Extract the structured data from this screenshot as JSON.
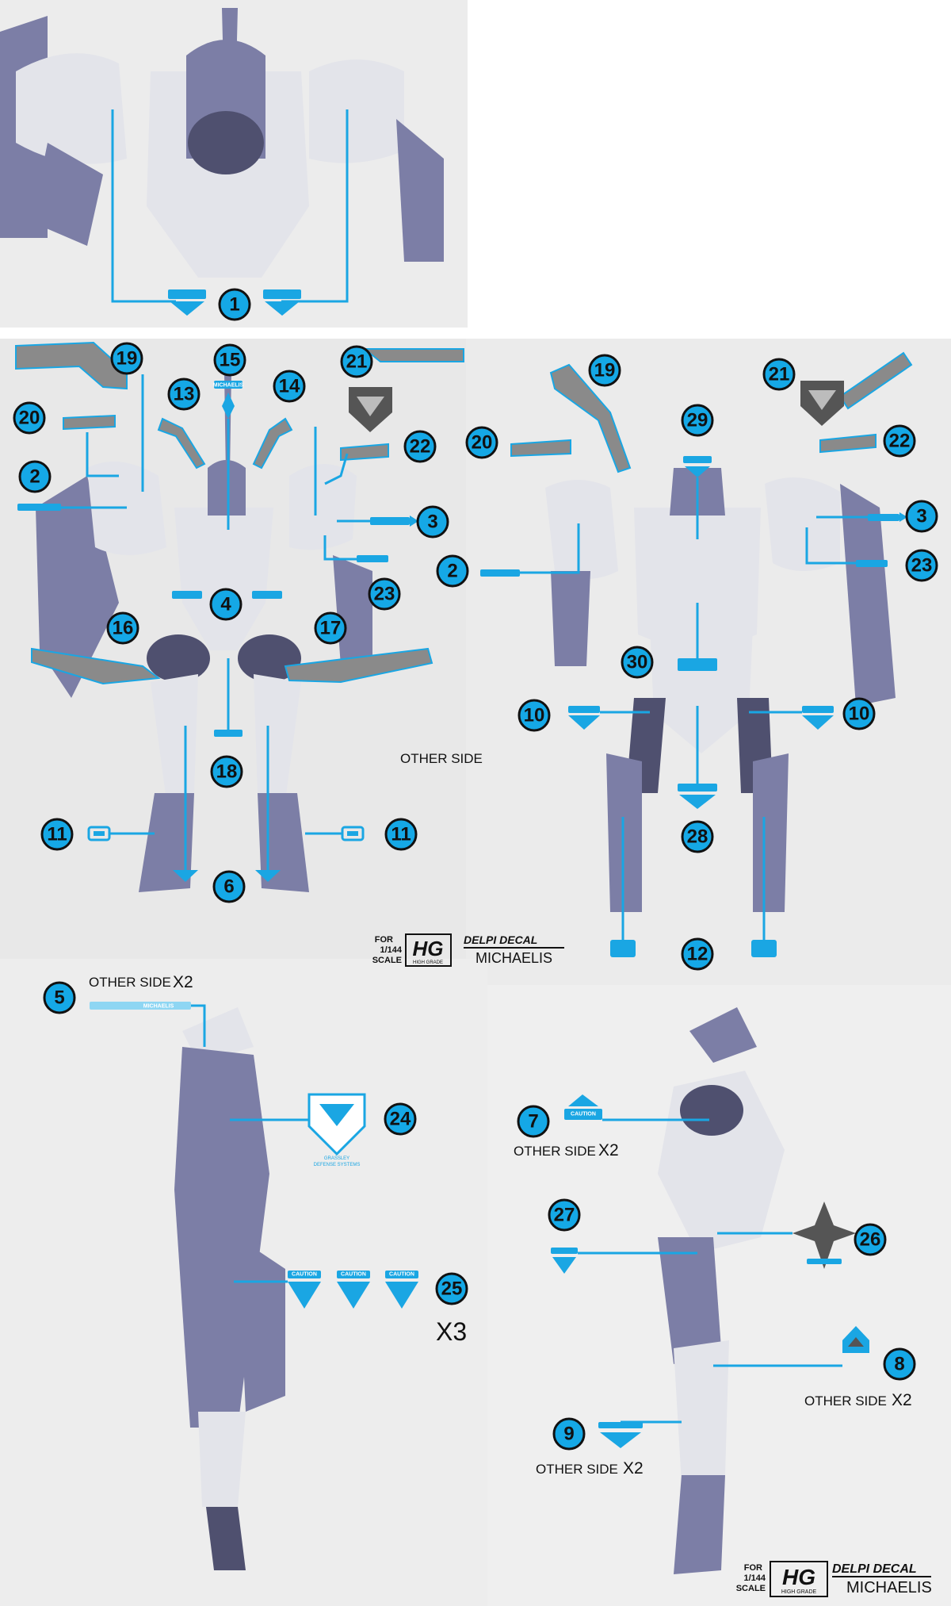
{
  "panels": {
    "head_top": {
      "callouts": [
        "1"
      ]
    },
    "front": {
      "callouts": [
        "19",
        "15",
        "21",
        "13",
        "14",
        "20",
        "22",
        "2",
        "3",
        "4",
        "23",
        "16",
        "17",
        "18",
        "11",
        "11",
        "6"
      ],
      "other_side_label": "OTHER SIDE",
      "decal_text_15": "MICHAELIS"
    },
    "back": {
      "callouts": [
        "19",
        "21",
        "29",
        "20",
        "22",
        "3",
        "2",
        "23",
        "30",
        "10",
        "10",
        "28",
        "12"
      ]
    },
    "side_left": {
      "callouts": [
        "5",
        "24",
        "25"
      ],
      "label_5": "OTHER SIDE",
      "label_5_mult": "X2",
      "decal_text_5": "MICHAELIS",
      "decal_24_text": "GRASSLEY",
      "decal_24_sub": "DEFENSE SYSTEMS",
      "caution": "CAUTION",
      "multiplier_25": "X3"
    },
    "side_right": {
      "callouts": [
        "7",
        "27",
        "26",
        "8",
        "9"
      ],
      "label_7": "OTHER SIDE",
      "label_7_mult": "X2",
      "label_8": "OTHER SIDE",
      "label_8_mult": "X2",
      "label_9": "OTHER SIDE",
      "label_9_mult": "X2",
      "decal_7_text": "CAUTION"
    }
  },
  "branding": {
    "for": "FOR",
    "scale": "1/144",
    "scale_word": "SCALE",
    "grade": "HG",
    "grade_sub": "HIGH GRADE",
    "maker": "DELPI DECAL",
    "model": "MICHAELIS"
  },
  "colors": {
    "accent": "#1aa6e3",
    "strip": "#8a8a8a",
    "armor_light": "#e3e4ea",
    "armor_dark": "#7c7ea6"
  }
}
